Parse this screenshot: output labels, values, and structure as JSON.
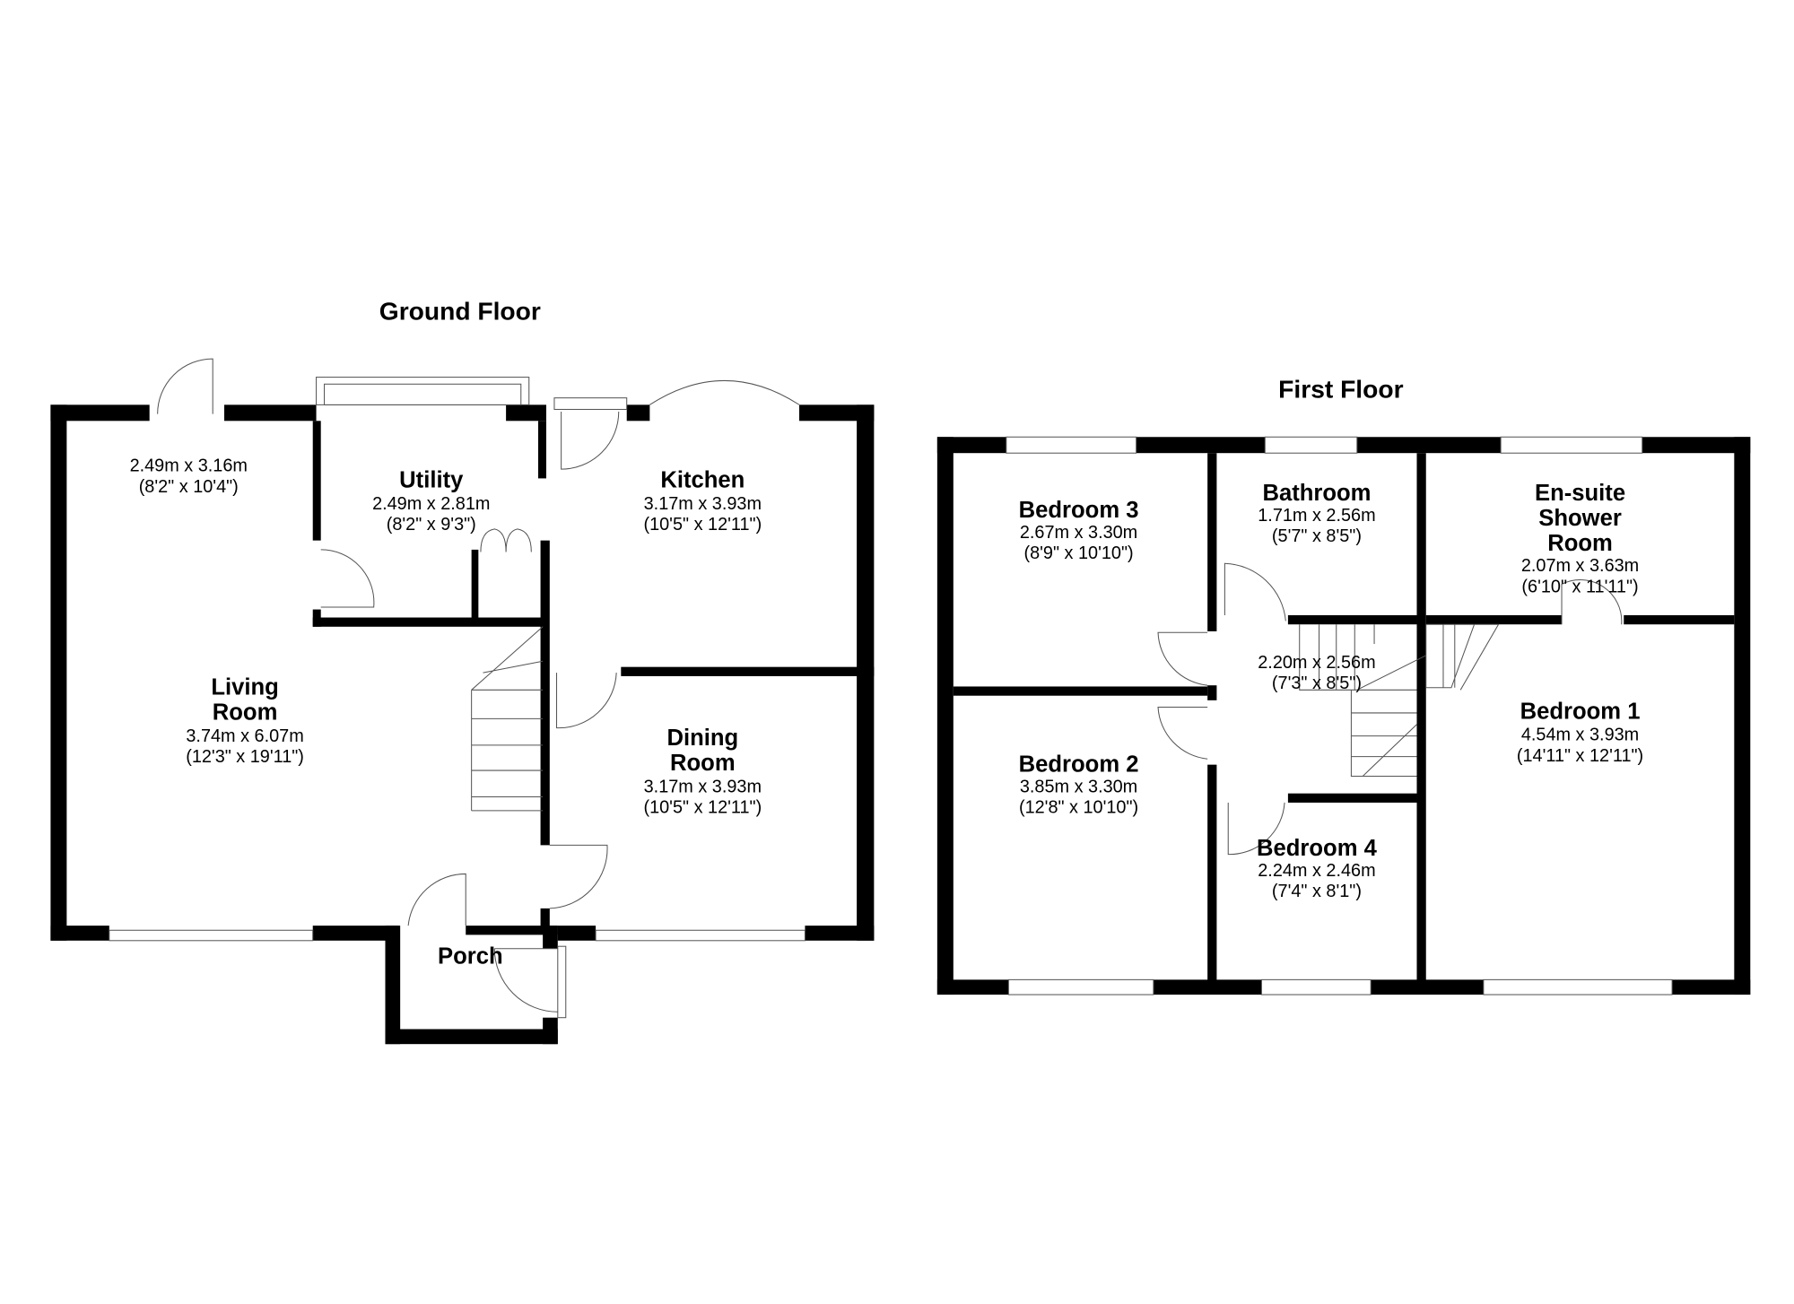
{
  "ground_floor": {
    "title": "Ground Floor",
    "rooms": {
      "conservatory": {
        "dim_m": "2.49m x 3.16m",
        "dim_ft": "(8'2\" x 10'4\")"
      },
      "utility": {
        "name": "Utility",
        "dim_m": "2.49m x 2.81m",
        "dim_ft": "(8'2\" x 9'3\")"
      },
      "kitchen": {
        "name": "Kitchen",
        "dim_m": "3.17m x 3.93m",
        "dim_ft": "(10'5\" x 12'11\")"
      },
      "living": {
        "name1": "Living",
        "name2": "Room",
        "dim_m": "3.74m x 6.07m",
        "dim_ft": "(12'3\" x 19'11\")"
      },
      "dining": {
        "name1": "Dining",
        "name2": "Room",
        "dim_m": "3.17m x 3.93m",
        "dim_ft": "(10'5\" x 12'11\")"
      },
      "porch": {
        "name": "Porch"
      }
    }
  },
  "first_floor": {
    "title": "First Floor",
    "rooms": {
      "bedroom3": {
        "name": "Bedroom 3",
        "dim_m": "2.67m x 3.30m",
        "dim_ft": "(8'9\" x 10'10\")"
      },
      "bathroom": {
        "name": "Bathroom",
        "dim_m": "1.71m x 2.56m",
        "dim_ft": "(5'7\" x 8'5\")"
      },
      "ensuite": {
        "name1": "En-suite",
        "name2": "Shower",
        "name3": "Room",
        "dim_m": "2.07m x 3.63m",
        "dim_ft": "(6'10\" x 11'11\")"
      },
      "landing": {
        "dim_m": "2.20m x 2.56m",
        "dim_ft": "(7'3\" x 8'5\")"
      },
      "bedroom1": {
        "name": "Bedroom 1",
        "dim_m": "4.54m x 3.93m",
        "dim_ft": "(14'11\" x 12'11\")"
      },
      "bedroom2": {
        "name": "Bedroom 2",
        "dim_m": "3.85m x 3.30m",
        "dim_ft": "(12'8\" x 10'10\")"
      },
      "bedroom4": {
        "name": "Bedroom 4",
        "dim_m": "2.24m x 2.46m",
        "dim_ft": "(7'4\" x 8'1\")"
      }
    }
  }
}
